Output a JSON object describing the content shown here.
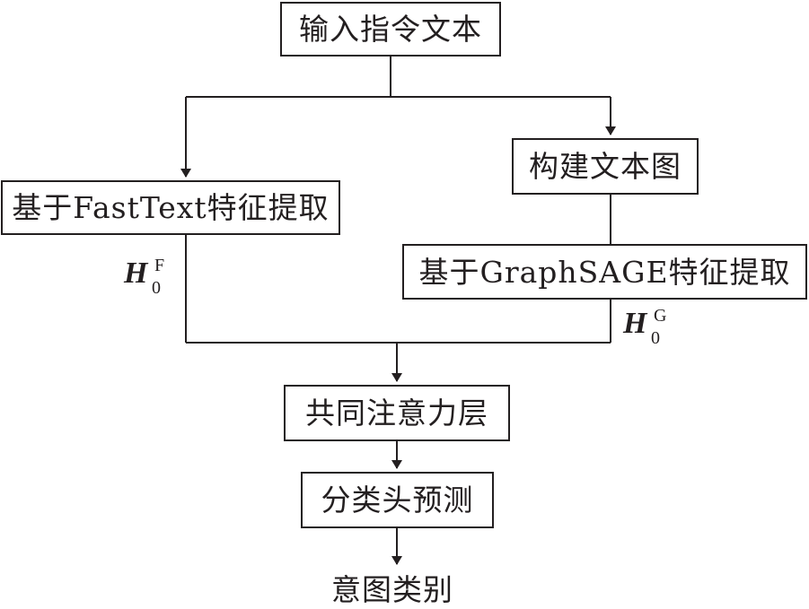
{
  "nodes": {
    "input": "输入指令文本",
    "build_graph": "构建文本图",
    "fasttext": "基于FastText特征提取",
    "graphsage": "基于GraphSAGE特征提取",
    "coattention": "共同注意力层",
    "classifier": "分类头预测",
    "output": "意图类别"
  },
  "labels": {
    "h_fasttext": {
      "symbol": "H",
      "subscript": "0",
      "superscript": "F"
    },
    "h_graphsage": {
      "symbol": "H",
      "subscript": "0",
      "superscript": "G"
    }
  },
  "colors": {
    "stroke": "#231f20",
    "background": "#ffffff"
  }
}
